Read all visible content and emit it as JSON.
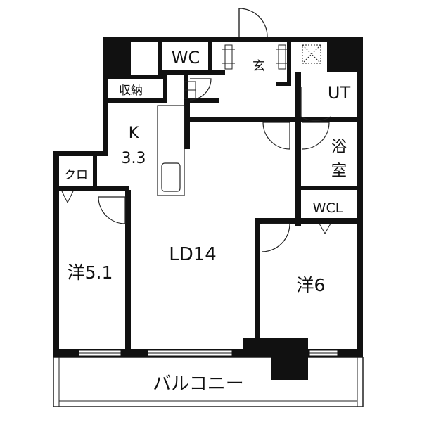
{
  "labels": {
    "wc": "WC",
    "entrance": "玄",
    "storage": "収納",
    "ut": "UT",
    "kitchen": "K",
    "kitchen_size": "3.3",
    "bath_line1": "浴",
    "bath_line2": "室",
    "closet": "クロ",
    "wcl": "WCL",
    "ld": "LD14",
    "western_left": "洋5.1",
    "western_right": "洋6",
    "balcony": "バルコニー"
  },
  "colors": {
    "wall": "#111111",
    "line": "#222222",
    "background": "#ffffff"
  }
}
